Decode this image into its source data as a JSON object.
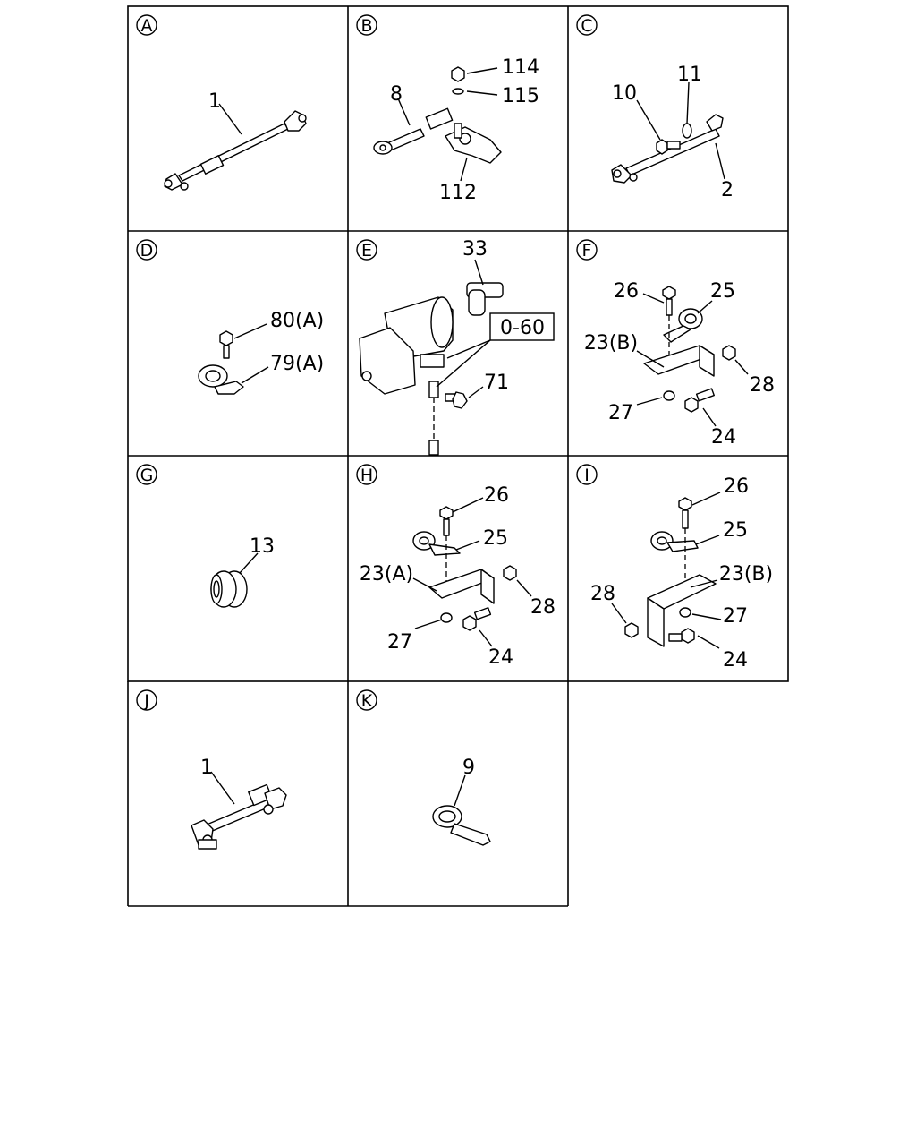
{
  "panels": [
    {
      "id": "A",
      "letter": "A",
      "labels": [
        "1"
      ]
    },
    {
      "id": "B",
      "letter": "B",
      "labels": [
        "114",
        "115",
        "8",
        "112"
      ]
    },
    {
      "id": "C",
      "letter": "C",
      "labels": [
        "10",
        "11",
        "2"
      ]
    },
    {
      "id": "D",
      "letter": "D",
      "labels": [
        "80(A)",
        "79(A)"
      ]
    },
    {
      "id": "E",
      "letter": "E",
      "labels": [
        "33",
        "0-60",
        "71"
      ]
    },
    {
      "id": "F",
      "letter": "F",
      "labels": [
        "26",
        "25",
        "23(B)",
        "28",
        "27",
        "24"
      ]
    },
    {
      "id": "G",
      "letter": "G",
      "labels": [
        "13"
      ]
    },
    {
      "id": "H",
      "letter": "H",
      "labels": [
        "26",
        "25",
        "23(A)",
        "28",
        "27",
        "24"
      ]
    },
    {
      "id": "I",
      "letter": "I",
      "labels": [
        "26",
        "25",
        "23(B)",
        "28",
        "27",
        "24"
      ]
    },
    {
      "id": "J",
      "letter": "J",
      "labels": [
        "1"
      ]
    },
    {
      "id": "K",
      "letter": "K",
      "labels": [
        "9"
      ]
    }
  ]
}
